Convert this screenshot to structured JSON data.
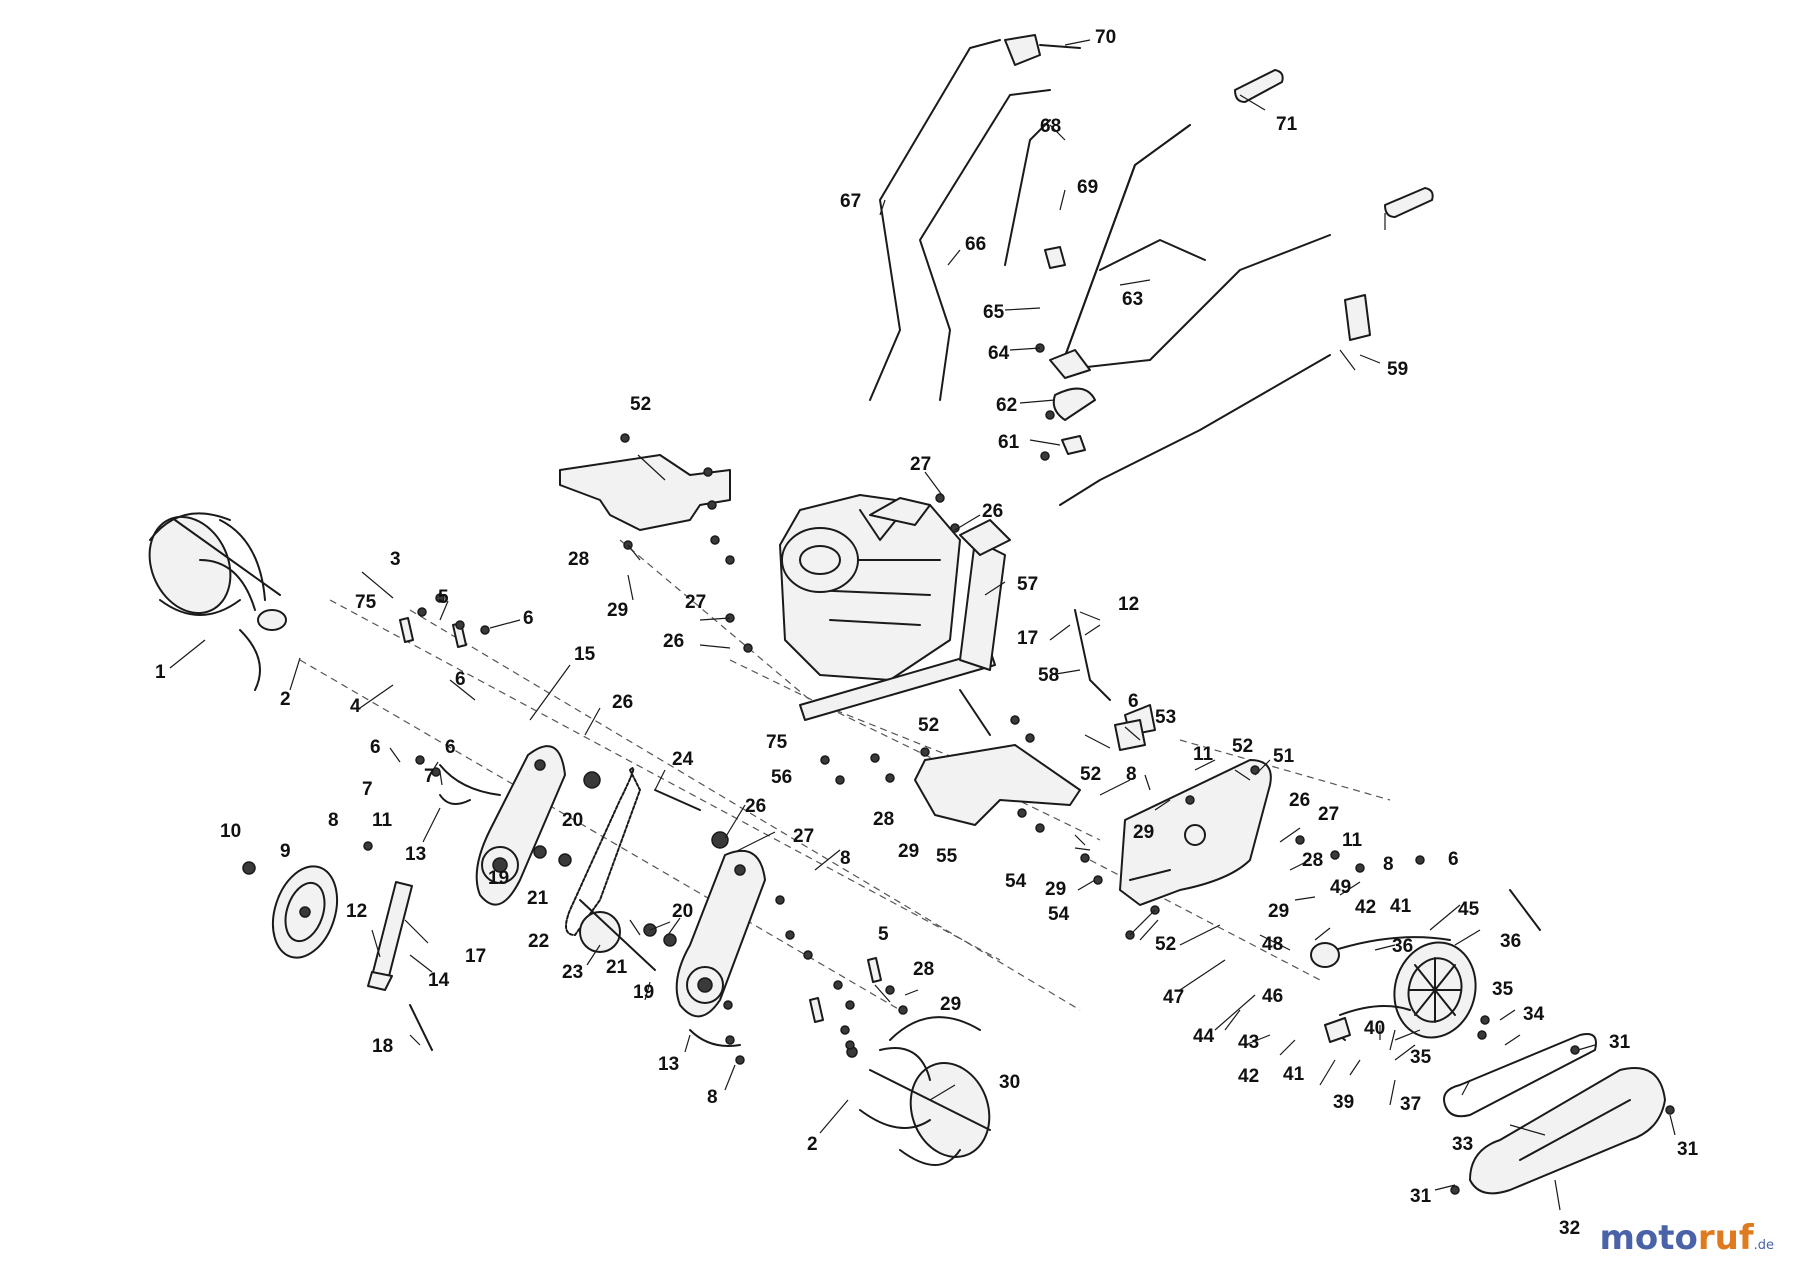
{
  "labels": [
    "1",
    "2",
    "3",
    "4",
    "5",
    "6",
    "7",
    "8",
    "9",
    "10",
    "11",
    "12",
    "13",
    "14",
    "15",
    "17",
    "18",
    "19",
    "20",
    "21",
    "22",
    "23",
    "24",
    "26",
    "27",
    "28",
    "29",
    "30",
    "31",
    "32",
    "33",
    "34",
    "35",
    "36",
    "37",
    "39",
    "40",
    "41",
    "42",
    "43",
    "44",
    "45",
    "46",
    "47",
    "48",
    "49",
    "51",
    "52",
    "53",
    "54",
    "55",
    "56",
    "57",
    "58",
    "59",
    "61",
    "62",
    "63",
    "64",
    "65",
    "66",
    "67",
    "68",
    "69",
    "70",
    "71",
    "75"
  ],
  "brand": {
    "part1": "moto",
    "part2": "ruf",
    "suffix": ".de"
  }
}
